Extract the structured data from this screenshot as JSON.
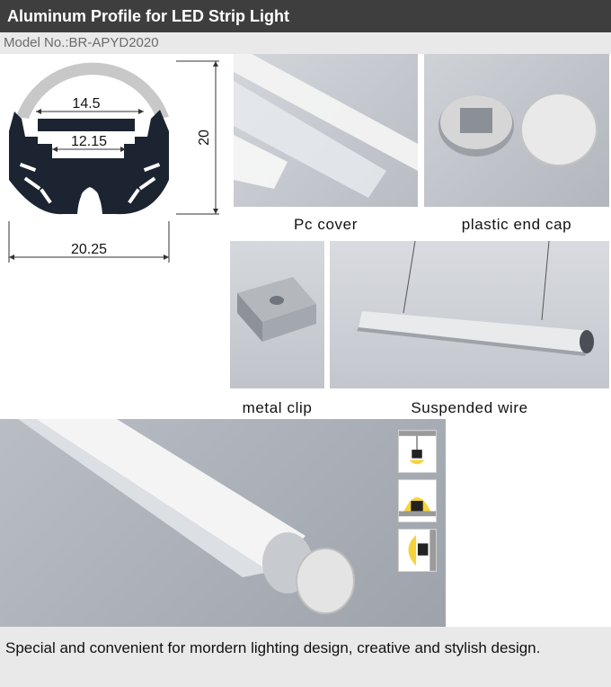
{
  "header": {
    "title": "Aluminum Profile for LED Strip Light"
  },
  "model": {
    "label": "Model No.:BR-APYD2020"
  },
  "drawing": {
    "dim_top_inner": "14.5",
    "dim_bottom_inner": "12.15",
    "dim_height": "20",
    "dim_width": "20.25"
  },
  "captions": {
    "pc_cover": "Pc cover",
    "end_cap": "plastic end cap",
    "metal_clip": "metal clip",
    "suspended_wire": "Suspended wire"
  },
  "footer": {
    "text": "Special and convenient for mordern lighting design, creative and stylish design."
  },
  "colors": {
    "header_bg": "#3e3e3e",
    "model_bg": "#e9e9e9",
    "profile_dark": "#1b2430",
    "cover_gray": "#c8c8c8",
    "light_yellow": "#f5d33a"
  },
  "icons": [
    "ceiling-mount-icon",
    "recessed-mount-icon",
    "side-mount-icon"
  ]
}
